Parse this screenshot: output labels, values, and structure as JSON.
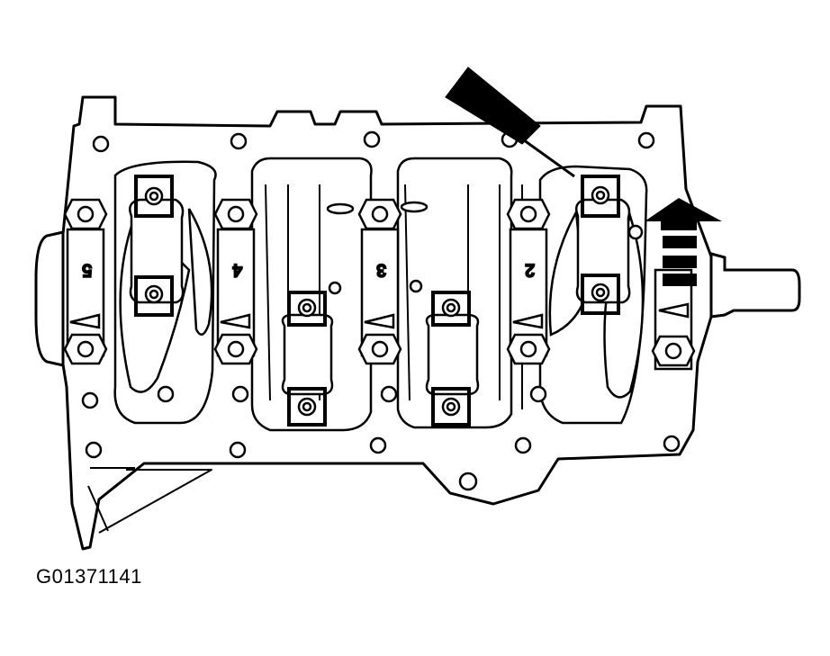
{
  "figure_id": "G01371141",
  "main_caps": [
    {
      "number": "5"
    },
    {
      "number": "4"
    },
    {
      "number": "3"
    },
    {
      "number": "2"
    }
  ],
  "icons": {
    "location_arrow": "arrow-down-left-icon",
    "front_mark": "front-arrow-icon"
  },
  "colors": {
    "ink": "#000000",
    "paper": "#ffffff"
  }
}
